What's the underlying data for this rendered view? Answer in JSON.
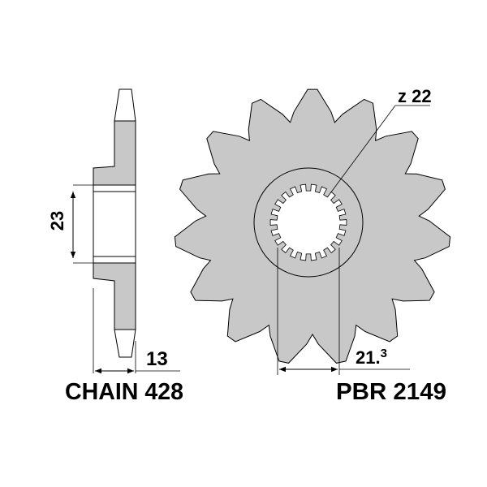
{
  "labels": {
    "chain": "CHAIN 428",
    "part_number": "PBR 2149",
    "spline_count": "z 22",
    "bore_height": "23",
    "width": "13",
    "spline_diameter_main": "21.",
    "spline_diameter_sup": "3"
  },
  "sprocket": {
    "teeth": 15,
    "splines": 22
  },
  "colors": {
    "fill": "#c8c8c8",
    "line": "#000000"
  }
}
